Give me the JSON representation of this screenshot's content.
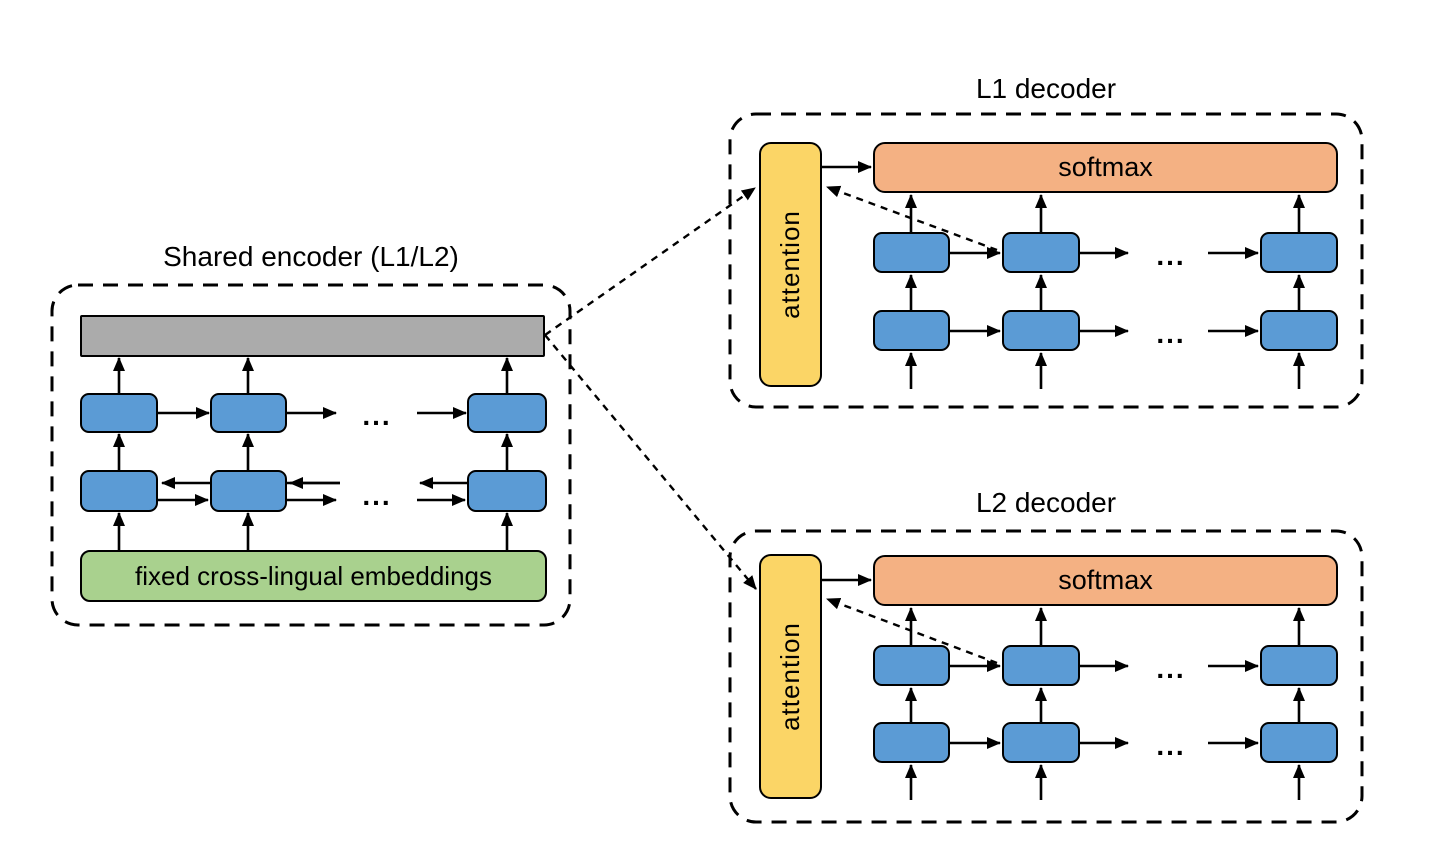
{
  "encoder": {
    "title": "Shared encoder (L1/L2)",
    "embeddings_label": "fixed cross-lingual embeddings"
  },
  "l1_decoder": {
    "title": "L1 decoder",
    "attention_label": "attention",
    "softmax_label": "softmax"
  },
  "l2_decoder": {
    "title": "L2 decoder",
    "attention_label": "attention",
    "softmax_label": "softmax"
  },
  "ellipsis": "...",
  "colors": {
    "cell_blue": "#5B9BD5",
    "context_gray": "#ABABAB",
    "embeddings_green": "#A9D18E",
    "attention_yellow": "#FBD566",
    "softmax_orange": "#F4B183",
    "line_black": "#000000",
    "background": "#FFFFFF"
  }
}
